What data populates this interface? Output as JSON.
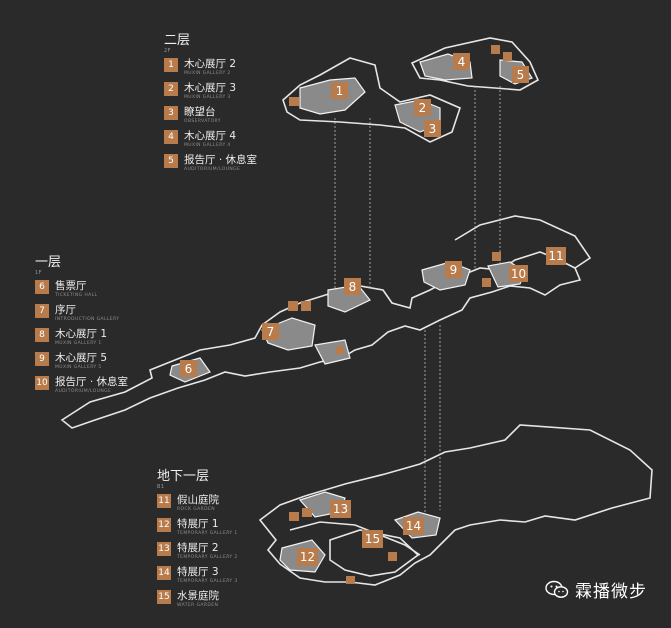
{
  "floors": [
    {
      "title": "二层",
      "subtitle": "2F",
      "items": [
        {
          "num": "1",
          "zh": "木心展厅 2",
          "en": "MUXIN GALLERY 2"
        },
        {
          "num": "2",
          "zh": "木心展厅 3",
          "en": "MUXIN GALLERY 3"
        },
        {
          "num": "3",
          "zh": "瞭望台",
          "en": "OBSERVATORY"
        },
        {
          "num": "4",
          "zh": "木心展厅 4",
          "en": "MUXIN GALLERY 4"
        },
        {
          "num": "5",
          "zh": "报告厅 · 休息室",
          "en": "AUDITORIUM/LOUNGE"
        }
      ]
    },
    {
      "title": "一层",
      "subtitle": "1F",
      "items": [
        {
          "num": "6",
          "zh": "售票厅",
          "en": "TICKETING HALL"
        },
        {
          "num": "7",
          "zh": "序厅",
          "en": "INTRODUCTION GALLERY"
        },
        {
          "num": "8",
          "zh": "木心展厅 1",
          "en": "MUXIN GALLERY 1"
        },
        {
          "num": "9",
          "zh": "木心展厅 5",
          "en": "MUXIN GALLERY 5"
        },
        {
          "num": "10",
          "zh": "报告厅 · 休息室",
          "en": "AUDITORIUM/LOUNGE"
        }
      ]
    },
    {
      "title": "地下一层",
      "subtitle": "B1",
      "items": [
        {
          "num": "11",
          "zh": "假山庭院",
          "en": "ROCK GARDEN"
        },
        {
          "num": "12",
          "zh": "特展厅 1",
          "en": "TEMPORARY GALLERY 1"
        },
        {
          "num": "13",
          "zh": "特展厅 2",
          "en": "TEMPORARY GALLERY 2"
        },
        {
          "num": "14",
          "zh": "特展厅 3",
          "en": "TEMPORARY GALLERY 3"
        },
        {
          "num": "15",
          "zh": "水景庭院",
          "en": "WATER GARDEN"
        }
      ]
    }
  ],
  "watermark": {
    "text": "霖播微步",
    "icon": "wechat-icon"
  },
  "colors": {
    "background": "#2a2a2a",
    "badge": "#b87b4b",
    "room_fill": "#8a8a8a",
    "outline": "#e6e6e6"
  }
}
